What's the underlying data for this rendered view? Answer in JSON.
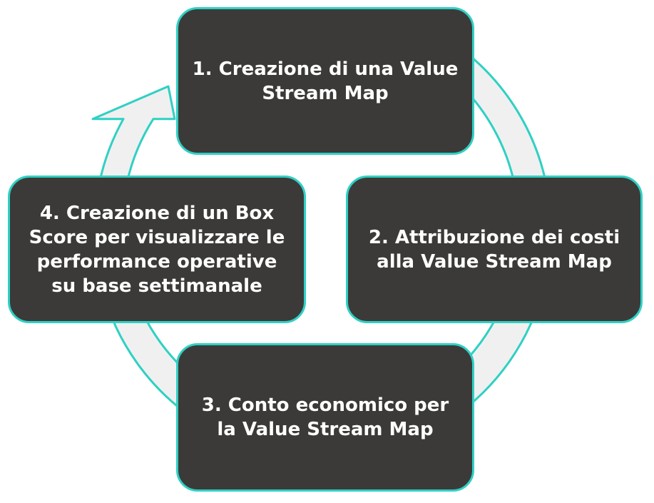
{
  "colors": {
    "box_fill": "#3b3a38",
    "box_border": "#2fd0c4",
    "ring_fill": "#f0f0f0",
    "ring_stroke": "#2fd0c4",
    "text": "#ffffff"
  },
  "steps": [
    {
      "label": "1. Creazione di una Value\nStream Map"
    },
    {
      "label": "2. Attribuzione dei costi\nalla Value Stream Map"
    },
    {
      "label": "3. Conto economico per\nla Value Stream Map"
    },
    {
      "label": "4. Creazione di un Box\nScore per visualizzare le\nperformance operative\nsu base settimanale"
    }
  ]
}
